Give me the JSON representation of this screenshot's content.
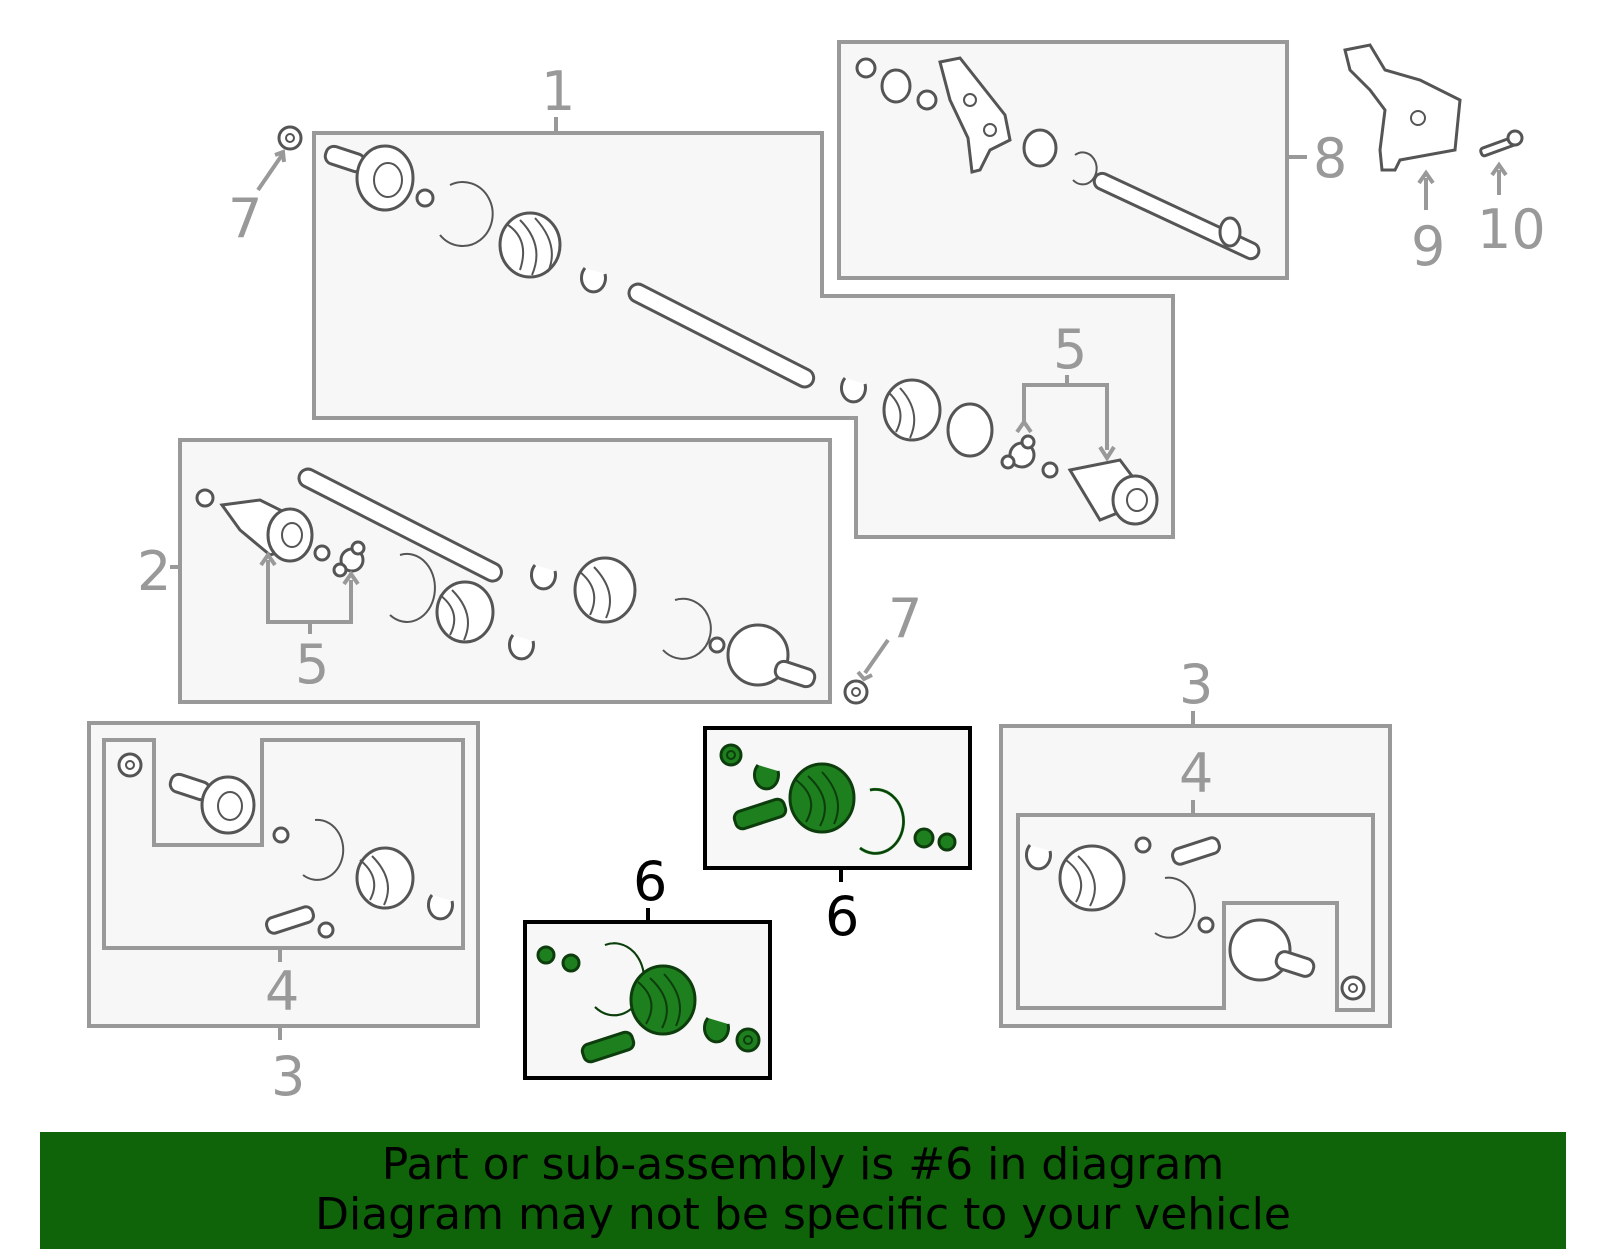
{
  "callouts": {
    "c1": "1",
    "c2": "2",
    "c3_left": "3",
    "c3_right": "3",
    "c4_left": "4",
    "c4_right": "4",
    "c5_top": "5",
    "c5_mid": "5",
    "c6_top": "6",
    "c6_bottom": "6",
    "c7_top": "7",
    "c7_mid": "7",
    "c8": "8",
    "c9": "9",
    "c10": "10"
  },
  "banner": {
    "line1": "Part or sub-assembly is #6 in diagram",
    "line2": "Diagram may not be specific to your vehicle"
  },
  "colors": {
    "highlight": "#1e7f1e",
    "banner": "#0f6308",
    "outline": "#999999"
  }
}
